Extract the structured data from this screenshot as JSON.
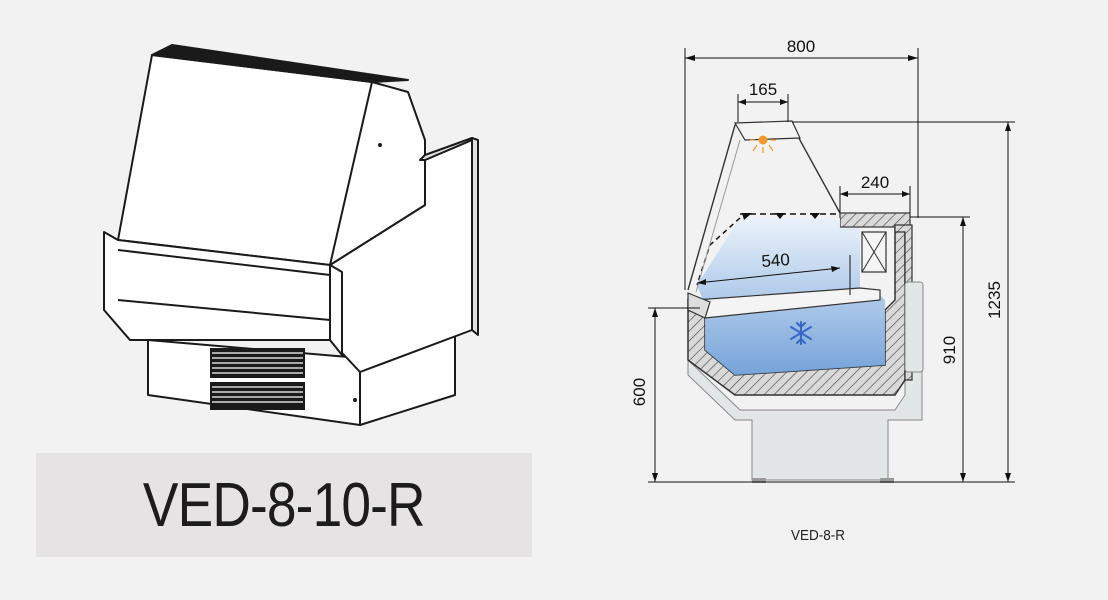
{
  "model_title": "VED-8-10-R",
  "section_caption": "VED-8-R",
  "dimensions": {
    "overall_width": "800",
    "lamp_width": "165",
    "top_shelf_depth": "240",
    "display_depth": "540",
    "counter_height": "600",
    "deck_height": "910",
    "overall_height": "1235"
  },
  "icons": {
    "lamp": "light-bulb-icon",
    "refrigeration": "snowflake-icon"
  },
  "colors": {
    "background": "#f2f2f2",
    "model_box": "#e5e3e3",
    "cold_zone": "#6f9fd8",
    "lamp": "#f39a2c",
    "snowflake": "#3a66c7"
  }
}
